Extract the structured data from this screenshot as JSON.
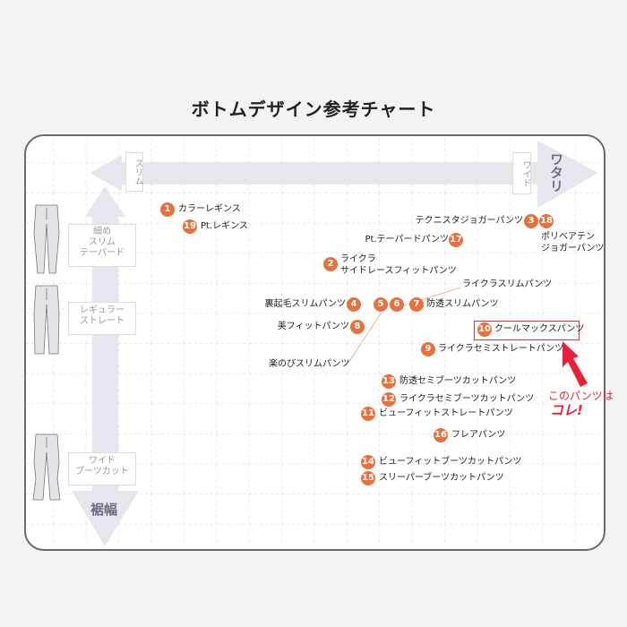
{
  "title": "ボトムデザイン参考チャート",
  "axes": {
    "horizontal": {
      "left": "スリム",
      "right_small": "ワイド",
      "right": "ワタリ"
    },
    "vertical": {
      "top_label": "細め\nスリム\nテーパード",
      "mid_label": "レギュラー\nストレート",
      "bottom_label": "ワイド\nブーツカット",
      "bottom": "裾幅"
    }
  },
  "items": [
    {
      "num": "1",
      "name": "カラーレギンス"
    },
    {
      "num": "19",
      "name": "Pt.レギンス"
    },
    {
      "num": "3",
      "name": "テクニスタジョガーパンツ"
    },
    {
      "num": "18",
      "name": "ポリベアテン\nジョガーパンツ"
    },
    {
      "num": "17",
      "name": "Pt.テーパードパンツ"
    },
    {
      "num": "2",
      "name": "ライクラ\nサイドレースフィットパンツ"
    },
    {
      "num": "6",
      "name": "ライクラスリムパンツ"
    },
    {
      "num": "4",
      "name": "裏起毛スリムパンツ"
    },
    {
      "num": "5",
      "name": "楽のびスリムパンツ"
    },
    {
      "num": "7",
      "name": "防透スリムパンツ"
    },
    {
      "num": "8",
      "name": "美フィットパンツ"
    },
    {
      "num": "10",
      "name": "クールマックスパンツ"
    },
    {
      "num": "9",
      "name": "ライクラセミストレートパンツ"
    },
    {
      "num": "13",
      "name": "防透セミブーツカットパンツ"
    },
    {
      "num": "12",
      "name": "ライクラセミブーツカットパンツ"
    },
    {
      "num": "11",
      "name": "ビューフィットストレートパンツ"
    },
    {
      "num": "16",
      "name": "フレアパンツ"
    },
    {
      "num": "14",
      "name": "ビューフィットブーツカットパンツ"
    },
    {
      "num": "15",
      "name": "スリーパーブーツカットパンツ"
    }
  ],
  "callout": {
    "line1": "このパンツは",
    "line2": "コレ!"
  },
  "colors": {
    "badge": "#e8703f",
    "highlight": "#e8203a",
    "arrow": "#e6e6ee"
  }
}
